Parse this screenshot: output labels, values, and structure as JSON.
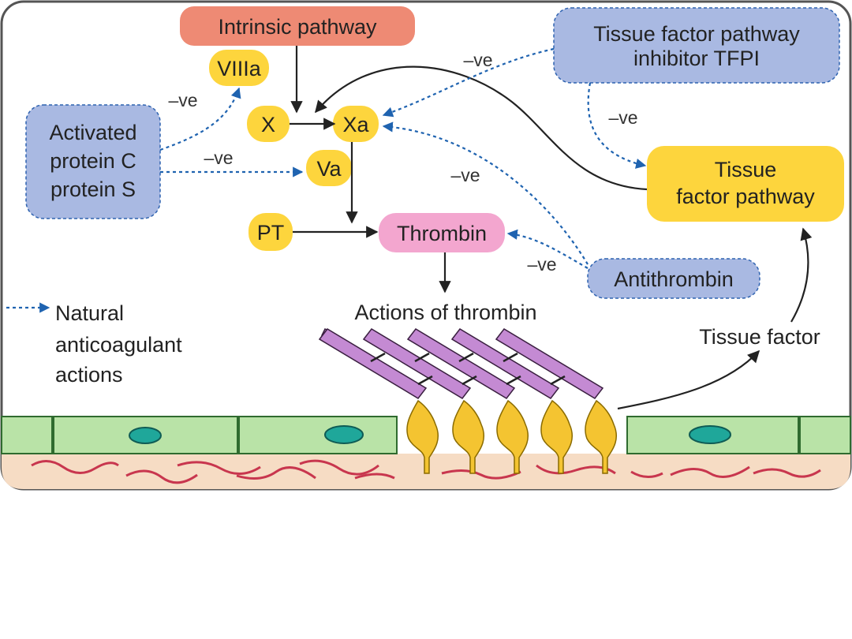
{
  "diagram": {
    "nodes": {
      "intrinsic": "Intrinsic pathway",
      "tfpi_line1": "Tissue factor pathway",
      "tfpi_line2": "inhibitor TFPI",
      "viiia": "VIIIa",
      "x": "X",
      "xa": "Xa",
      "va": "Va",
      "pt": "PT",
      "thrombin": "Thrombin",
      "apc_line1": "Activated",
      "apc_line2": "protein C",
      "apc_line3": "protein S",
      "tf_line1": "Tissue",
      "tf_line2": "factor pathway",
      "antithrombin": "Antithrombin"
    },
    "labels": {
      "neg": "–ve",
      "actions_of_thrombin": "Actions of thrombin",
      "tissue_factor": "Tissue factor"
    },
    "legend": {
      "line1": "Natural",
      "line2": "anticoagulant",
      "line3": "actions"
    }
  },
  "colors": {
    "intrinsic": "#ee8a74",
    "tfpi": "#a9b9e2",
    "factor": "#fdd53d",
    "thrombin": "#f3a6cf",
    "inhibitor_arrow": "#1f63b0",
    "cell": "#b9e3a7",
    "tissue": "#f6dcc4",
    "fibre": "#c8364e",
    "platelet": "#f4c431",
    "fibrin": "#c48ad3"
  }
}
